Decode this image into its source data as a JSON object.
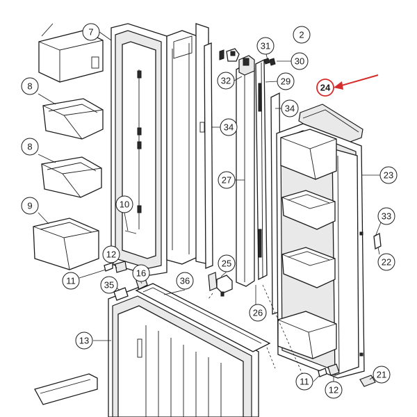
{
  "diagram": {
    "highlight_color": "#d62b2b",
    "highlighted_part": "24",
    "callouts": [
      {
        "id": "c7",
        "label": "7"
      },
      {
        "id": "c2",
        "label": "2"
      },
      {
        "id": "c31",
        "label": "31"
      },
      {
        "id": "c30",
        "label": "30"
      },
      {
        "id": "c8a",
        "label": "8"
      },
      {
        "id": "c32",
        "label": "32"
      },
      {
        "id": "c29",
        "label": "29"
      },
      {
        "id": "c24",
        "label": "24"
      },
      {
        "id": "c34a",
        "label": "34"
      },
      {
        "id": "c34b",
        "label": "34"
      },
      {
        "id": "c8b",
        "label": "8"
      },
      {
        "id": "c23",
        "label": "23"
      },
      {
        "id": "c27",
        "label": "27"
      },
      {
        "id": "c9",
        "label": "9"
      },
      {
        "id": "c10",
        "label": "10"
      },
      {
        "id": "c33",
        "label": "33"
      },
      {
        "id": "c22",
        "label": "22"
      },
      {
        "id": "c12a",
        "label": "12"
      },
      {
        "id": "c25",
        "label": "25"
      },
      {
        "id": "c11a",
        "label": "11"
      },
      {
        "id": "c16",
        "label": "16"
      },
      {
        "id": "c35",
        "label": "35"
      },
      {
        "id": "c36",
        "label": "36"
      },
      {
        "id": "c26",
        "label": "26"
      },
      {
        "id": "c13",
        "label": "13"
      },
      {
        "id": "c21",
        "label": "21"
      },
      {
        "id": "c11b",
        "label": "11"
      },
      {
        "id": "c12b",
        "label": "12"
      }
    ]
  }
}
